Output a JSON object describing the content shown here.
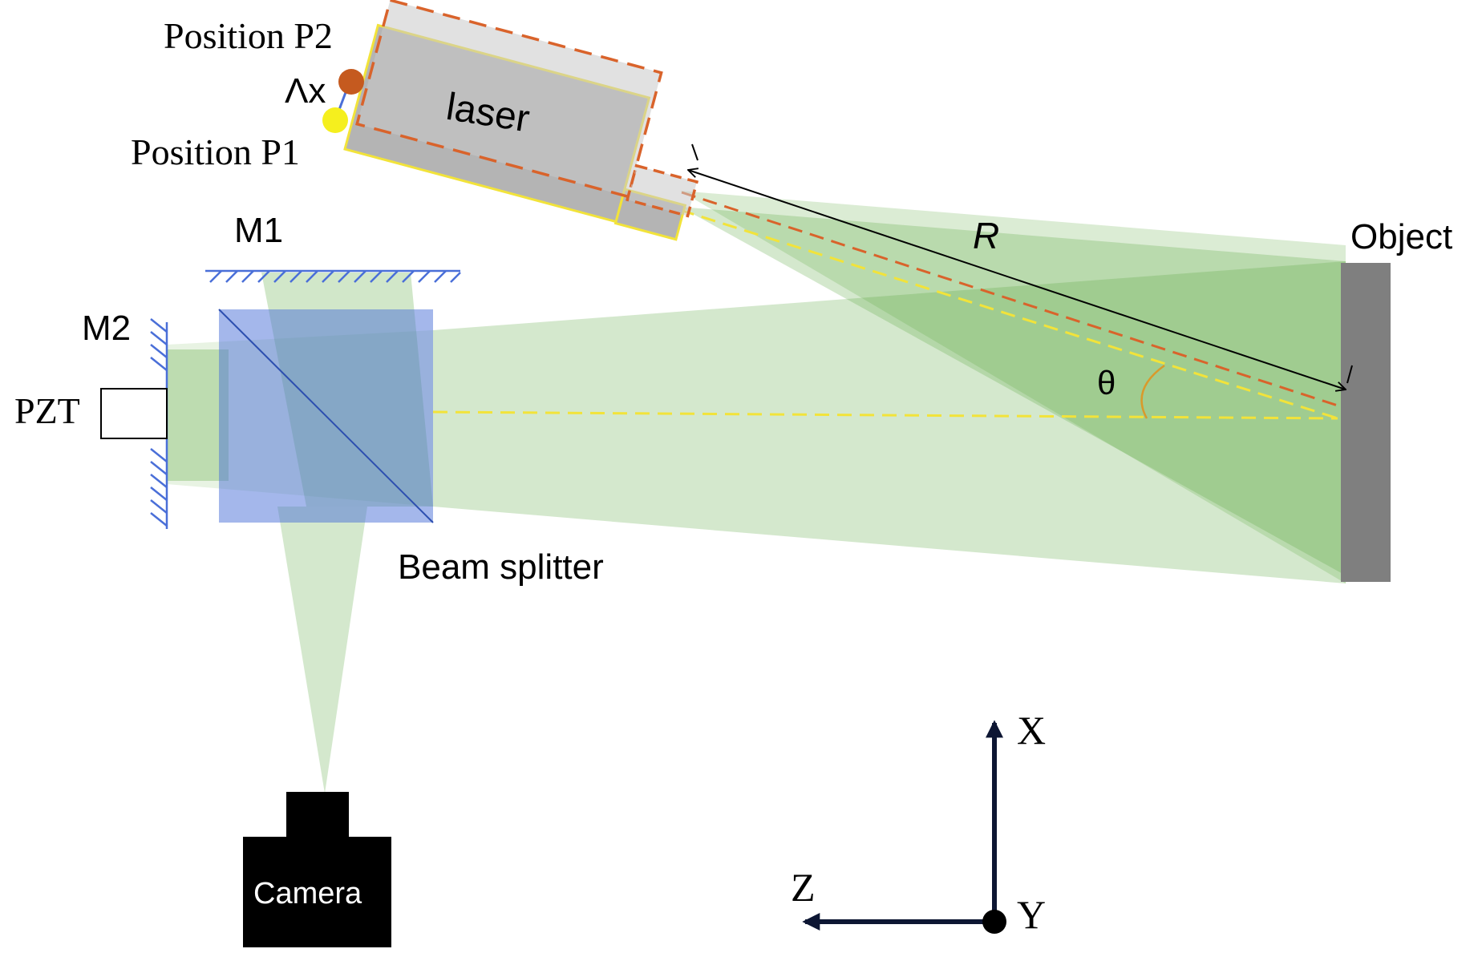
{
  "labels": {
    "position_p2": "Position P2",
    "position_p1": "Position P1",
    "lambda_x": "Λx",
    "laser": "laser",
    "distance_r": "R",
    "object": "Object",
    "mirror_m1": "M1",
    "mirror_m2": "M2",
    "pzt": "PZT",
    "angle_theta": "θ",
    "beam_splitter": "Beam splitter",
    "camera": "Camera",
    "axis_x": "X",
    "axis_y": "Y",
    "axis_z": "Z"
  },
  "colors": {
    "beam_green": "#5aa83c",
    "beam_splitter_blue": "#4a6fd8",
    "mirror_hatch": "#4a6fd8",
    "laser_body": "#b4b4b4",
    "laser_outline_p1": "#f2e33a",
    "laser_outline_p2": "#d9632b",
    "object_gray": "#7f7f7f",
    "dashed_yellow": "#f2e33a",
    "dashed_orange": "#d9632b",
    "angle_arc": "#d99a2b",
    "axis_navy": "#0d1633",
    "camera_black": "#000000"
  }
}
